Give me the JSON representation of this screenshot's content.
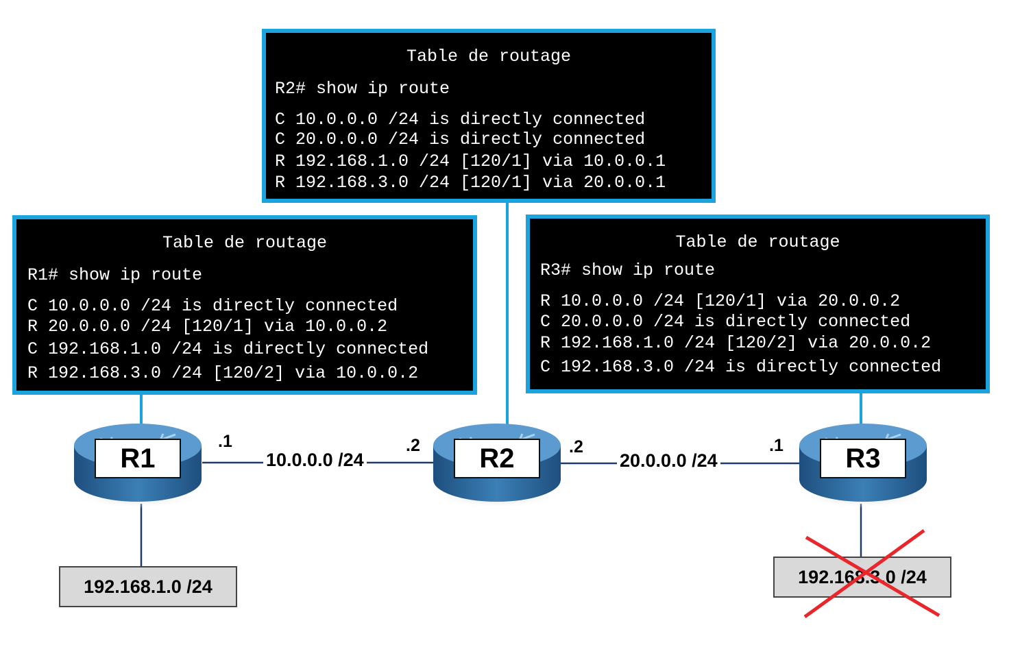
{
  "colors": {
    "terminal_border": "#1aa3dc",
    "terminal_bg": "#000000",
    "terminal_text": "#ffffff",
    "router_body": "#2f6ea3",
    "lan_bg": "#d9d9d9",
    "failure_cross": "#e8262b"
  },
  "tables": {
    "r2": {
      "title": "Table de routage",
      "command": "R2# show ip route",
      "routes": [
        "C 10.0.0.0 /24 is directly connected",
        "C 20.0.0.0 /24 is directly connected",
        "R 192.168.1.0 /24 [120/1] via 10.0.0.1",
        "R 192.168.3.0 /24 [120/1] via 20.0.0.1"
      ]
    },
    "r1": {
      "title": "Table de routage",
      "command": "R1# show ip route",
      "routes": [
        "C 10.0.0.0 /24 is directly connected",
        "R 20.0.0.0 /24 [120/1] via 10.0.0.2",
        "C 192.168.1.0 /24 is directly connected",
        "R 192.168.3.0 /24 [120/2] via 10.0.0.2"
      ]
    },
    "r3": {
      "title": "Table de routage",
      "command": "R3# show ip route",
      "routes": [
        "R 10.0.0.0 /24 [120/1] via 20.0.0.2",
        "C 20.0.0.0 /24 is directly connected",
        "R 192.168.1.0 /24 [120/2] via 20.0.0.2",
        "C 192.168.3.0 /24 is directly connected"
      ]
    }
  },
  "routers": {
    "r1": "R1",
    "r2": "R2",
    "r3": "R3"
  },
  "links": {
    "net_a": "10.0.0.0 /24",
    "net_b": "20.0.0.0 /24",
    "r1_if": ".1",
    "r2_if_a": ".2",
    "r2_if_b": ".2",
    "r3_if": ".1"
  },
  "lans": {
    "r1_lan": "192.168.1.0 /24",
    "r3_lan": "192.168.3.0 /24"
  },
  "icons": {
    "router": "router-icon",
    "failure": "red-x-icon"
  }
}
